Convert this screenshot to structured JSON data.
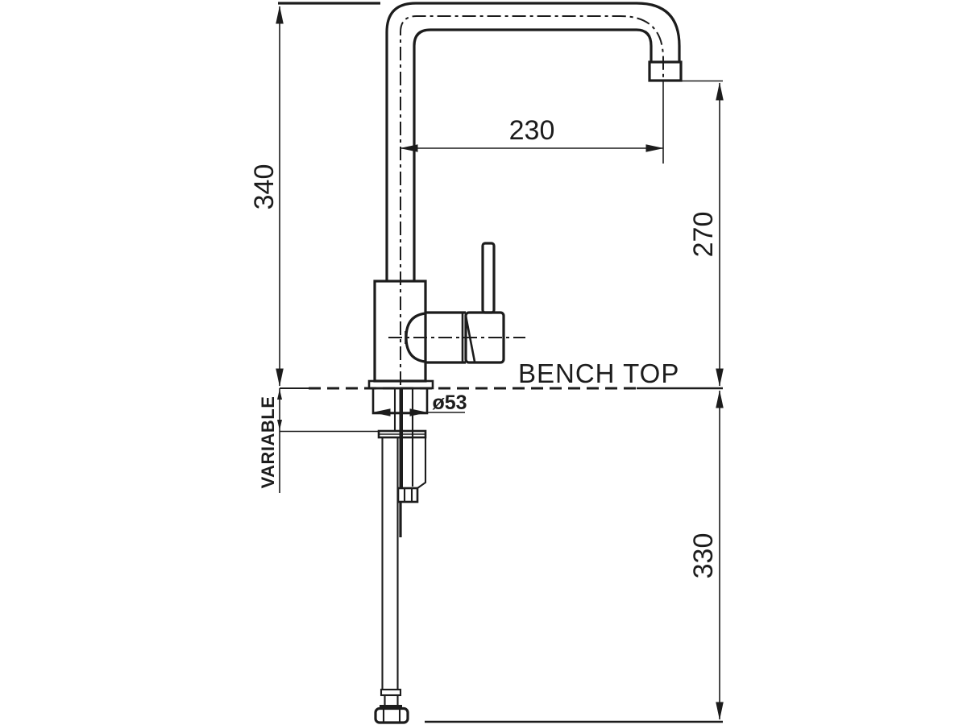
{
  "labels": {
    "bench_top": "BENCH TOP",
    "variable": "VARIABLE"
  },
  "dimensions": {
    "overall_height": "340",
    "spout_reach": "230",
    "spout_outlet_height": "270",
    "under_bench_depth": "330",
    "base_diameter": "ø53"
  },
  "colors": {
    "line": "#1c1c1c",
    "background": "#ffffff"
  }
}
